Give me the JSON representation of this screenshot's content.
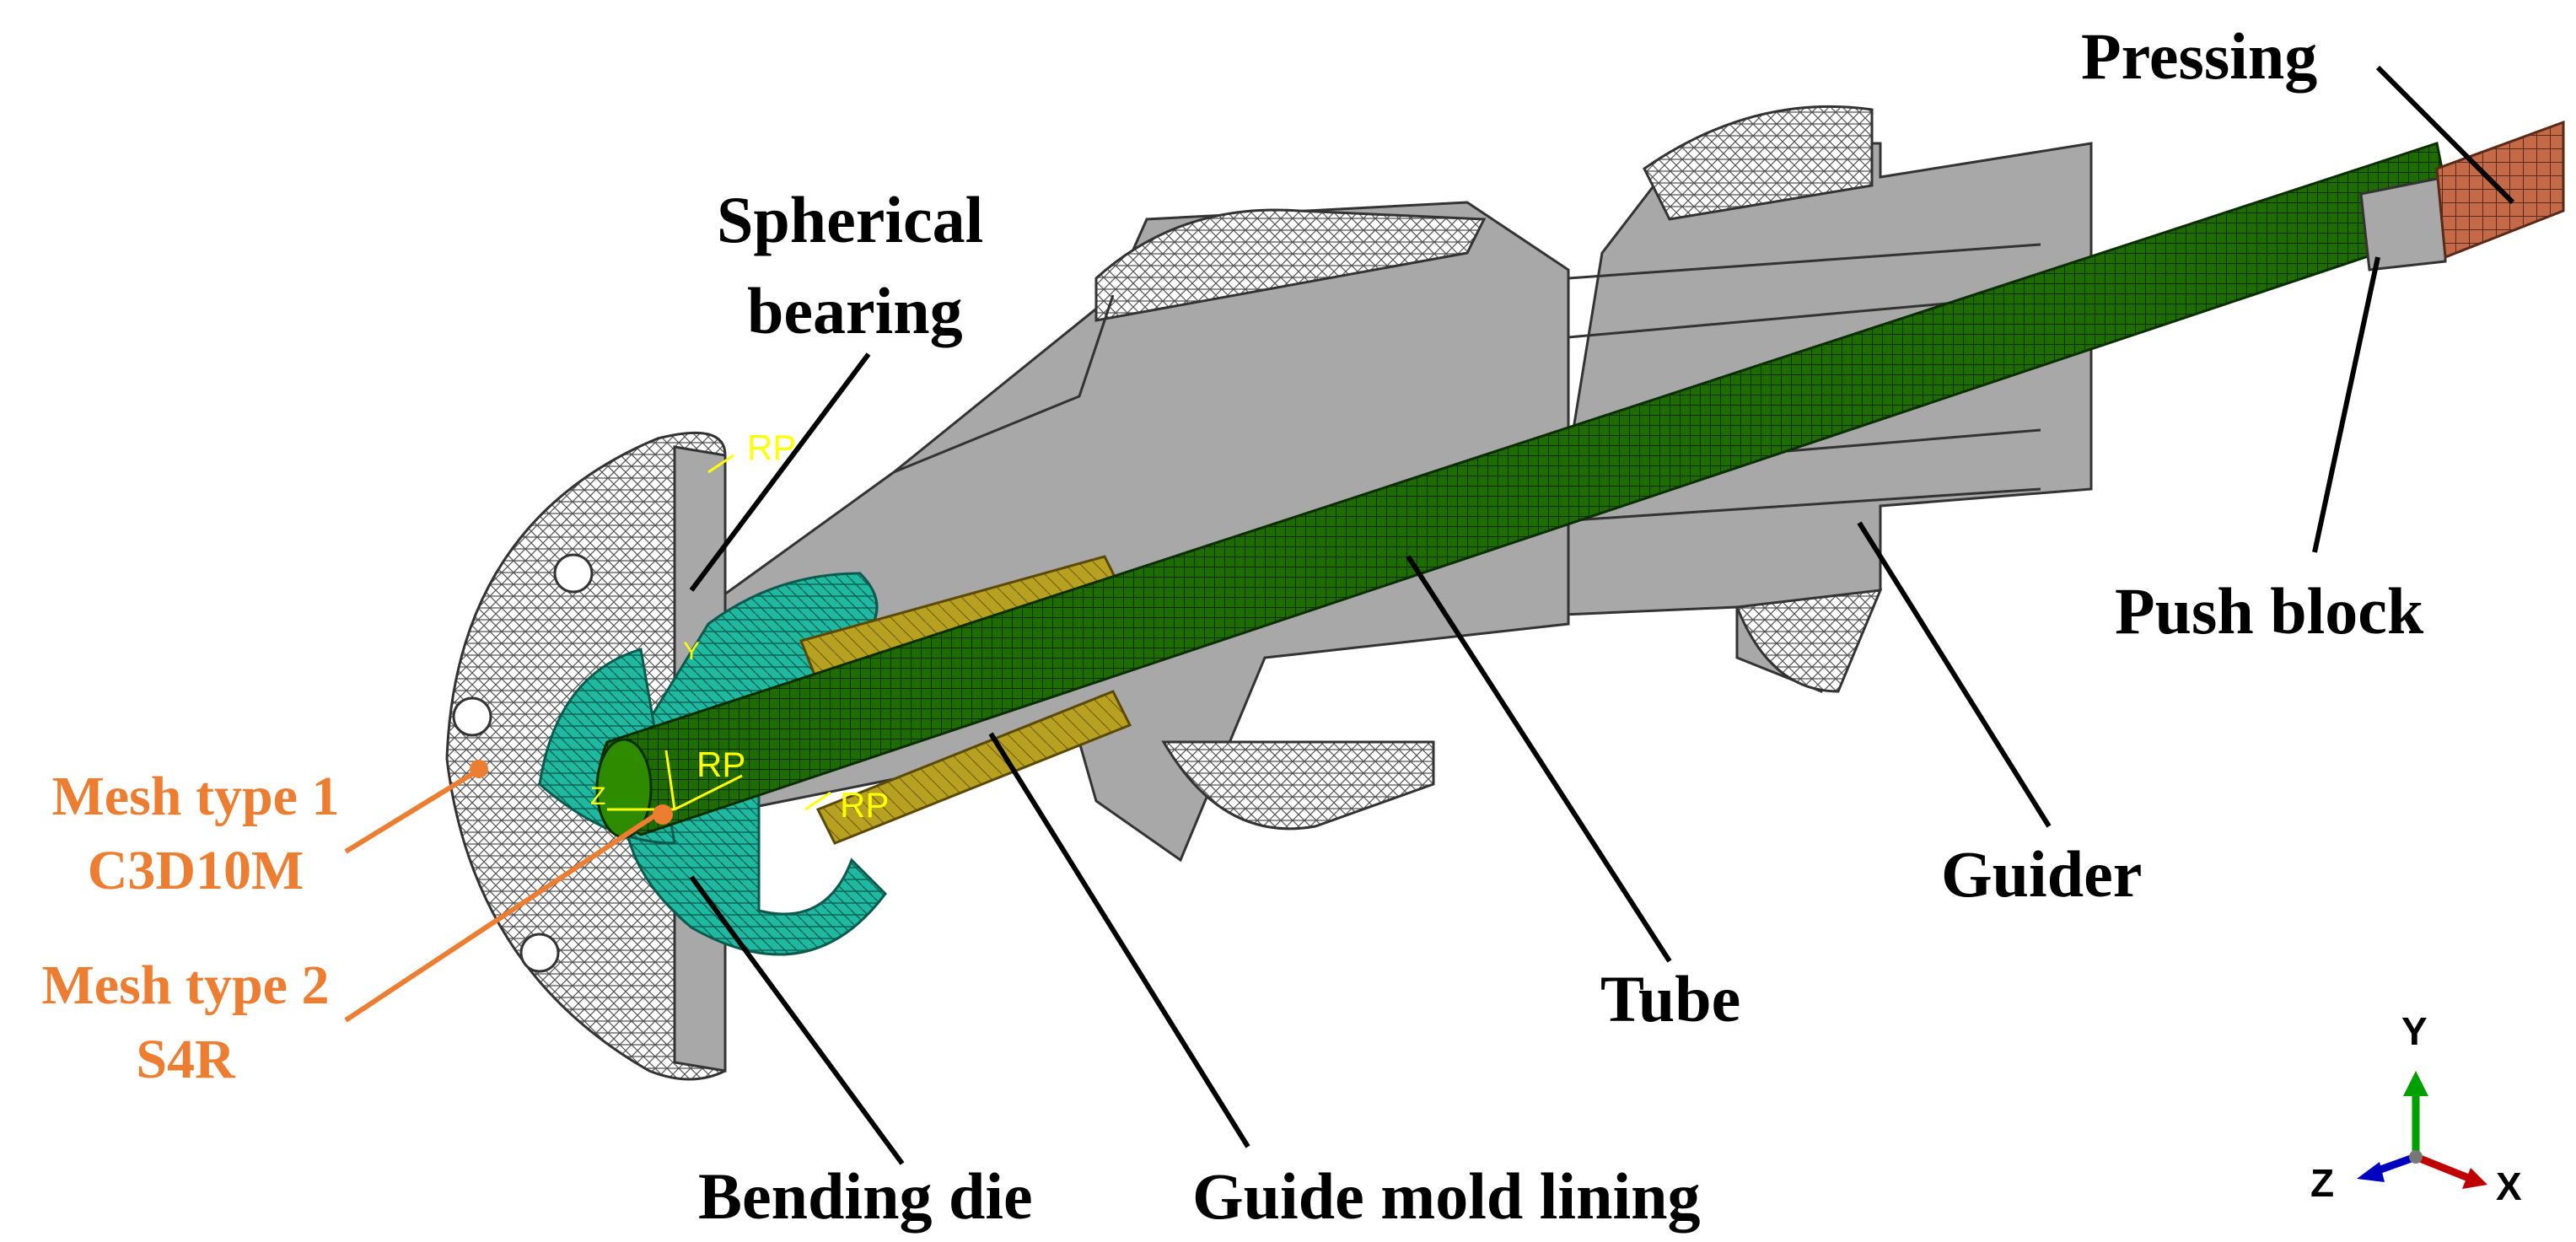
{
  "labels": {
    "pressing": "Pressing",
    "spherical_bearing_line1": "Spherical",
    "spherical_bearing_line2": "bearing",
    "push_block": "Push block",
    "mesh_type_1_line1": "Mesh type 1",
    "mesh_type_1_line2": "C3D10M",
    "mesh_type_2_line1": "Mesh type 2",
    "mesh_type_2_line2": "S4R",
    "guider": "Guider",
    "tube": "Tube",
    "bending_die": "Bending die",
    "guide_mold_lining": "Guide mold lining"
  },
  "reference_points": [
    "RP",
    "RP",
    "RP"
  ],
  "local_axes": {
    "y": "Y",
    "z": "Z"
  },
  "triad": {
    "x": "X",
    "y": "Y",
    "z": "Z"
  },
  "colors": {
    "label_text": "#000000",
    "mesh_label_text": "#ED7D31",
    "leader_line": "#000000",
    "mesh_leader": "#ED7D31",
    "tube": "#1E6B00",
    "guide_mold_lining": "#B8A020",
    "bending_die": "#1FB8A0",
    "pressing": "#C46A48",
    "machine_body": "#A8A8A8",
    "reference_point": "#FFFF00",
    "triad_x": "#C00000",
    "triad_y": "#00A000",
    "triad_z": "#0000C0"
  }
}
